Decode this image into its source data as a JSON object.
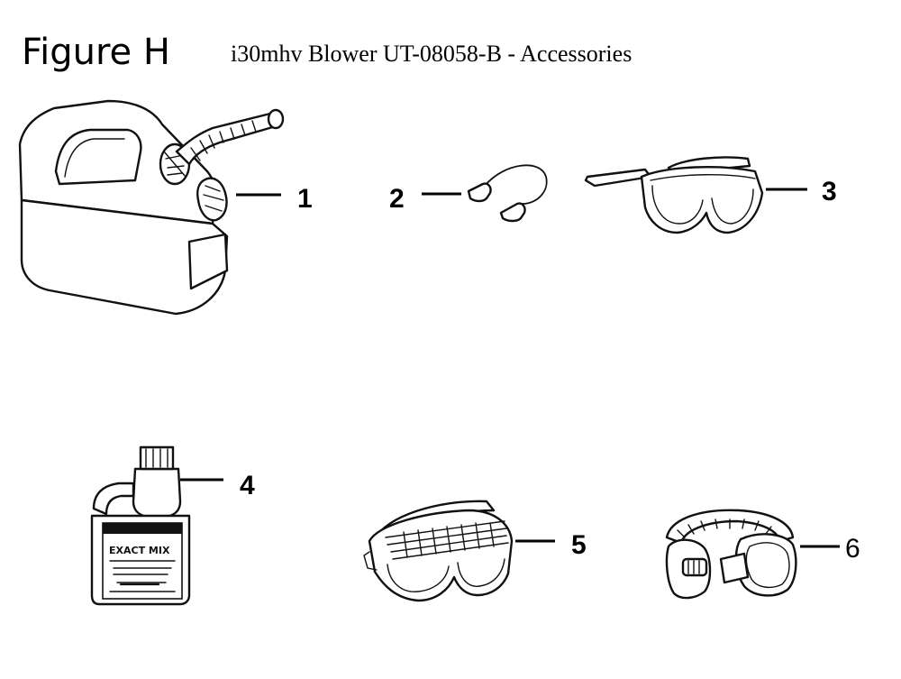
{
  "figure_label": "Figure H",
  "title": "i30mhv Blower UT-08058-B - Accessories",
  "callouts": [
    {
      "number": "1",
      "item": "fuel-can"
    },
    {
      "number": "2",
      "item": "ear-plugs"
    },
    {
      "number": "3",
      "item": "safety-glasses"
    },
    {
      "number": "4",
      "item": "oil-bottle"
    },
    {
      "number": "5",
      "item": "safety-goggles"
    },
    {
      "number": "6",
      "item": "ear-muffs"
    }
  ],
  "bottle_label": {
    "brand": "",
    "name": "EXACT MIX"
  }
}
